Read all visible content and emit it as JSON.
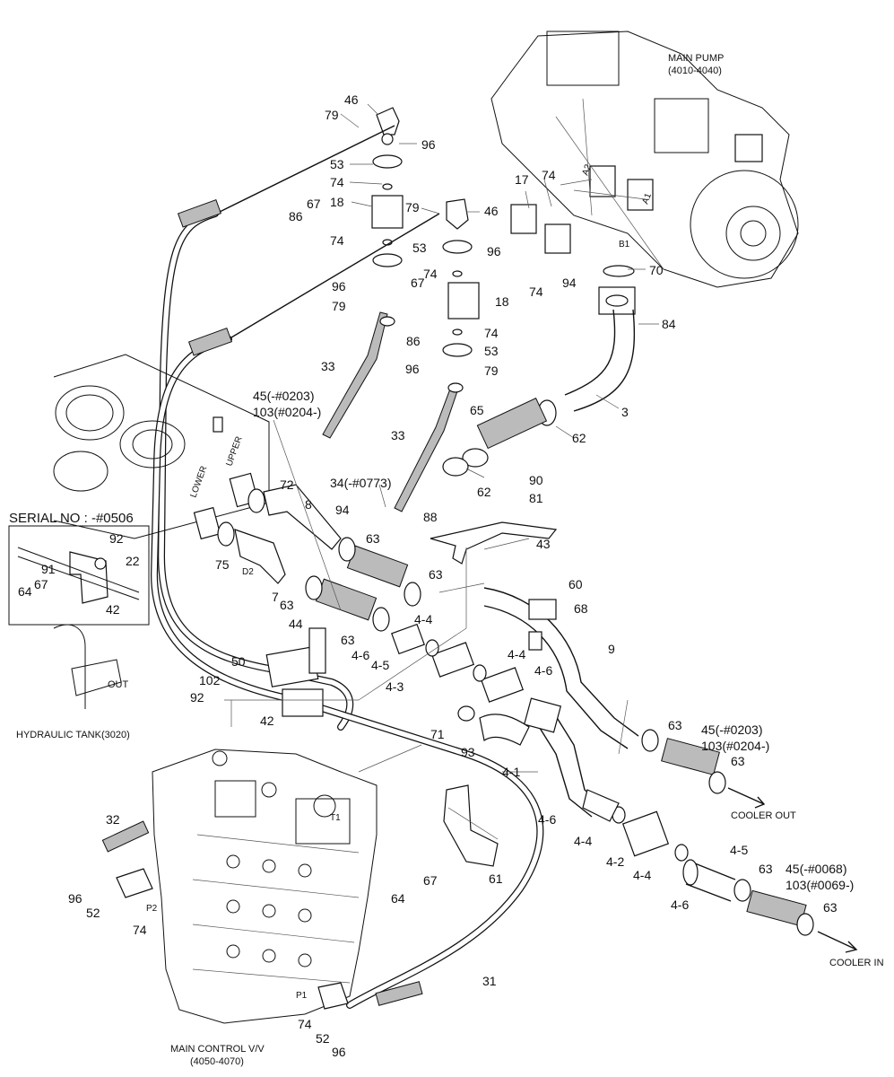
{
  "assemblies": {
    "main_pump": "MAIN PUMP",
    "main_pump_range": "(4010-4040)",
    "main_control_valve": "MAIN CONTROL V/V",
    "main_control_valve_range": "(4050-4070)",
    "hydraulic_tank": "HYDRAULIC TANK(3020)",
    "tank_out": "OUT",
    "cooler_out": "COOLER OUT",
    "cooler_in": "COOLER IN",
    "serial_no": "SERIAL NO : -#0506"
  },
  "port_marks": {
    "a2": "A2",
    "a1": "A1",
    "b1": "B1",
    "lower": "LOWER",
    "upper": "UPPER",
    "d2": "D2",
    "t1": "T1",
    "p2": "P2",
    "p1": "P1"
  },
  "callouts": [
    {
      "id": "c46a",
      "text": "46"
    },
    {
      "id": "c79a",
      "text": "79"
    },
    {
      "id": "c96a",
      "text": "96"
    },
    {
      "id": "c53a",
      "text": "53"
    },
    {
      "id": "c74a",
      "text": "74"
    },
    {
      "id": "c18a",
      "text": "18"
    },
    {
      "id": "c67a",
      "text": "67"
    },
    {
      "id": "c86a",
      "text": "86"
    },
    {
      "id": "c74b",
      "text": "74"
    },
    {
      "id": "c79b",
      "text": "79"
    },
    {
      "id": "c46b",
      "text": "46"
    },
    {
      "id": "c17",
      "text": "17"
    },
    {
      "id": "c74c",
      "text": "74"
    },
    {
      "id": "c53b",
      "text": "53"
    },
    {
      "id": "c96b",
      "text": "96"
    },
    {
      "id": "c74d",
      "text": "74"
    },
    {
      "id": "c74e",
      "text": "74"
    },
    {
      "id": "c94a",
      "text": "94"
    },
    {
      "id": "c70",
      "text": "70"
    },
    {
      "id": "c96c",
      "text": "96"
    },
    {
      "id": "c67b",
      "text": "67"
    },
    {
      "id": "c18b",
      "text": "18"
    },
    {
      "id": "c79c",
      "text": "79"
    },
    {
      "id": "c86b",
      "text": "86"
    },
    {
      "id": "c74f",
      "text": "74"
    },
    {
      "id": "c53c",
      "text": "53"
    },
    {
      "id": "c84",
      "text": "84"
    },
    {
      "id": "c96d",
      "text": "96"
    },
    {
      "id": "c79d",
      "text": "79"
    },
    {
      "id": "c33a",
      "text": "33"
    },
    {
      "id": "c45a",
      "text": "45(-#0203)"
    },
    {
      "id": "c103a",
      "text": "103(#0204-)"
    },
    {
      "id": "c3",
      "text": "3"
    },
    {
      "id": "c65",
      "text": "65"
    },
    {
      "id": "c62a",
      "text": "62"
    },
    {
      "id": "c33b",
      "text": "33"
    },
    {
      "id": "c34",
      "text": "34(-#0773)"
    },
    {
      "id": "c62b",
      "text": "62"
    },
    {
      "id": "c90",
      "text": "90"
    },
    {
      "id": "c81",
      "text": "81"
    },
    {
      "id": "c72",
      "text": "72"
    },
    {
      "id": "c8",
      "text": "8"
    },
    {
      "id": "c94b",
      "text": "94"
    },
    {
      "id": "c88",
      "text": "88"
    },
    {
      "id": "c43",
      "text": "43"
    },
    {
      "id": "c63a",
      "text": "63"
    },
    {
      "id": "c75",
      "text": "75"
    },
    {
      "id": "c63b",
      "text": "63"
    },
    {
      "id": "c7",
      "text": "7"
    },
    {
      "id": "c63c",
      "text": "63"
    },
    {
      "id": "c60",
      "text": "60"
    },
    {
      "id": "c68",
      "text": "68"
    },
    {
      "id": "c92a",
      "text": "92"
    },
    {
      "id": "c22",
      "text": "22"
    },
    {
      "id": "c91",
      "text": "91"
    },
    {
      "id": "c67c",
      "text": "67"
    },
    {
      "id": "c64a",
      "text": "64"
    },
    {
      "id": "c42a",
      "text": "42"
    },
    {
      "id": "c44",
      "text": "44"
    },
    {
      "id": "c4_4a",
      "text": "4-4"
    },
    {
      "id": "c63d",
      "text": "63"
    },
    {
      "id": "c4_6a",
      "text": "4-6"
    },
    {
      "id": "c4_5a",
      "text": "4-5"
    },
    {
      "id": "c4_4b",
      "text": "4-4"
    },
    {
      "id": "c4_6b",
      "text": "4-6"
    },
    {
      "id": "c9",
      "text": "9"
    },
    {
      "id": "c50",
      "text": "50"
    },
    {
      "id": "c4_3",
      "text": "4-3"
    },
    {
      "id": "c102",
      "text": "102"
    },
    {
      "id": "c92b",
      "text": "92"
    },
    {
      "id": "c42b",
      "text": "42"
    },
    {
      "id": "c63e",
      "text": "63"
    },
    {
      "id": "c45b",
      "text": "45(-#0203)"
    },
    {
      "id": "c103b",
      "text": "103(#0204-)"
    },
    {
      "id": "c71",
      "text": "71"
    },
    {
      "id": "c93",
      "text": "93"
    },
    {
      "id": "c63f",
      "text": "63"
    },
    {
      "id": "c4_1",
      "text": "4-1"
    },
    {
      "id": "c32",
      "text": "32"
    },
    {
      "id": "c4_6c",
      "text": "4-6"
    },
    {
      "id": "c4_4c",
      "text": "4-4"
    },
    {
      "id": "c4_2",
      "text": "4-2"
    },
    {
      "id": "c4_4d",
      "text": "4-4"
    },
    {
      "id": "c4_5b",
      "text": "4-5"
    },
    {
      "id": "c63g",
      "text": "63"
    },
    {
      "id": "c45c",
      "text": "45(-#0068)"
    },
    {
      "id": "c103c",
      "text": "103(#0069-)"
    },
    {
      "id": "c4_6d",
      "text": "4-6"
    },
    {
      "id": "c61",
      "text": "61"
    },
    {
      "id": "c64b",
      "text": "64"
    },
    {
      "id": "c67d",
      "text": "67"
    },
    {
      "id": "c96e",
      "text": "96"
    },
    {
      "id": "c52a",
      "text": "52"
    },
    {
      "id": "c74g",
      "text": "74"
    },
    {
      "id": "c63h",
      "text": "63"
    },
    {
      "id": "c31",
      "text": "31"
    },
    {
      "id": "c74h",
      "text": "74"
    },
    {
      "id": "c52b",
      "text": "52"
    },
    {
      "id": "c96f",
      "text": "96"
    }
  ]
}
